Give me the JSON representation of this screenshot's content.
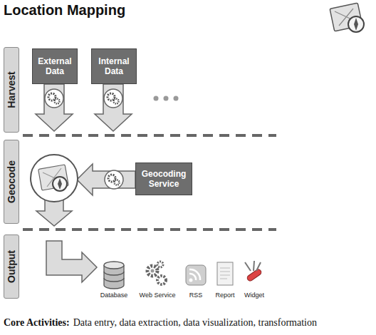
{
  "diagram": {
    "title": "Location Mapping",
    "caption": "Data entry, data extraction, data visualization, transformation",
    "nodes": [
      {
        "text": [
          "Harvest"
        ]
      },
      {
        "text": [
          "External Data"
        ]
      },
      {
        "text": [
          "Internal Data"
        ]
      },
      {
        "text": [
          "Geocode"
        ]
      },
      {
        "text": [
          "Geocoding Service"
        ]
      },
      {
        "text": [
          "Output"
        ]
      }
    ],
    "labels": [
      "Database",
      "Web Service",
      "RSS",
      "Report",
      "Widget",
      "Core Activities:"
    ]
  }
}
